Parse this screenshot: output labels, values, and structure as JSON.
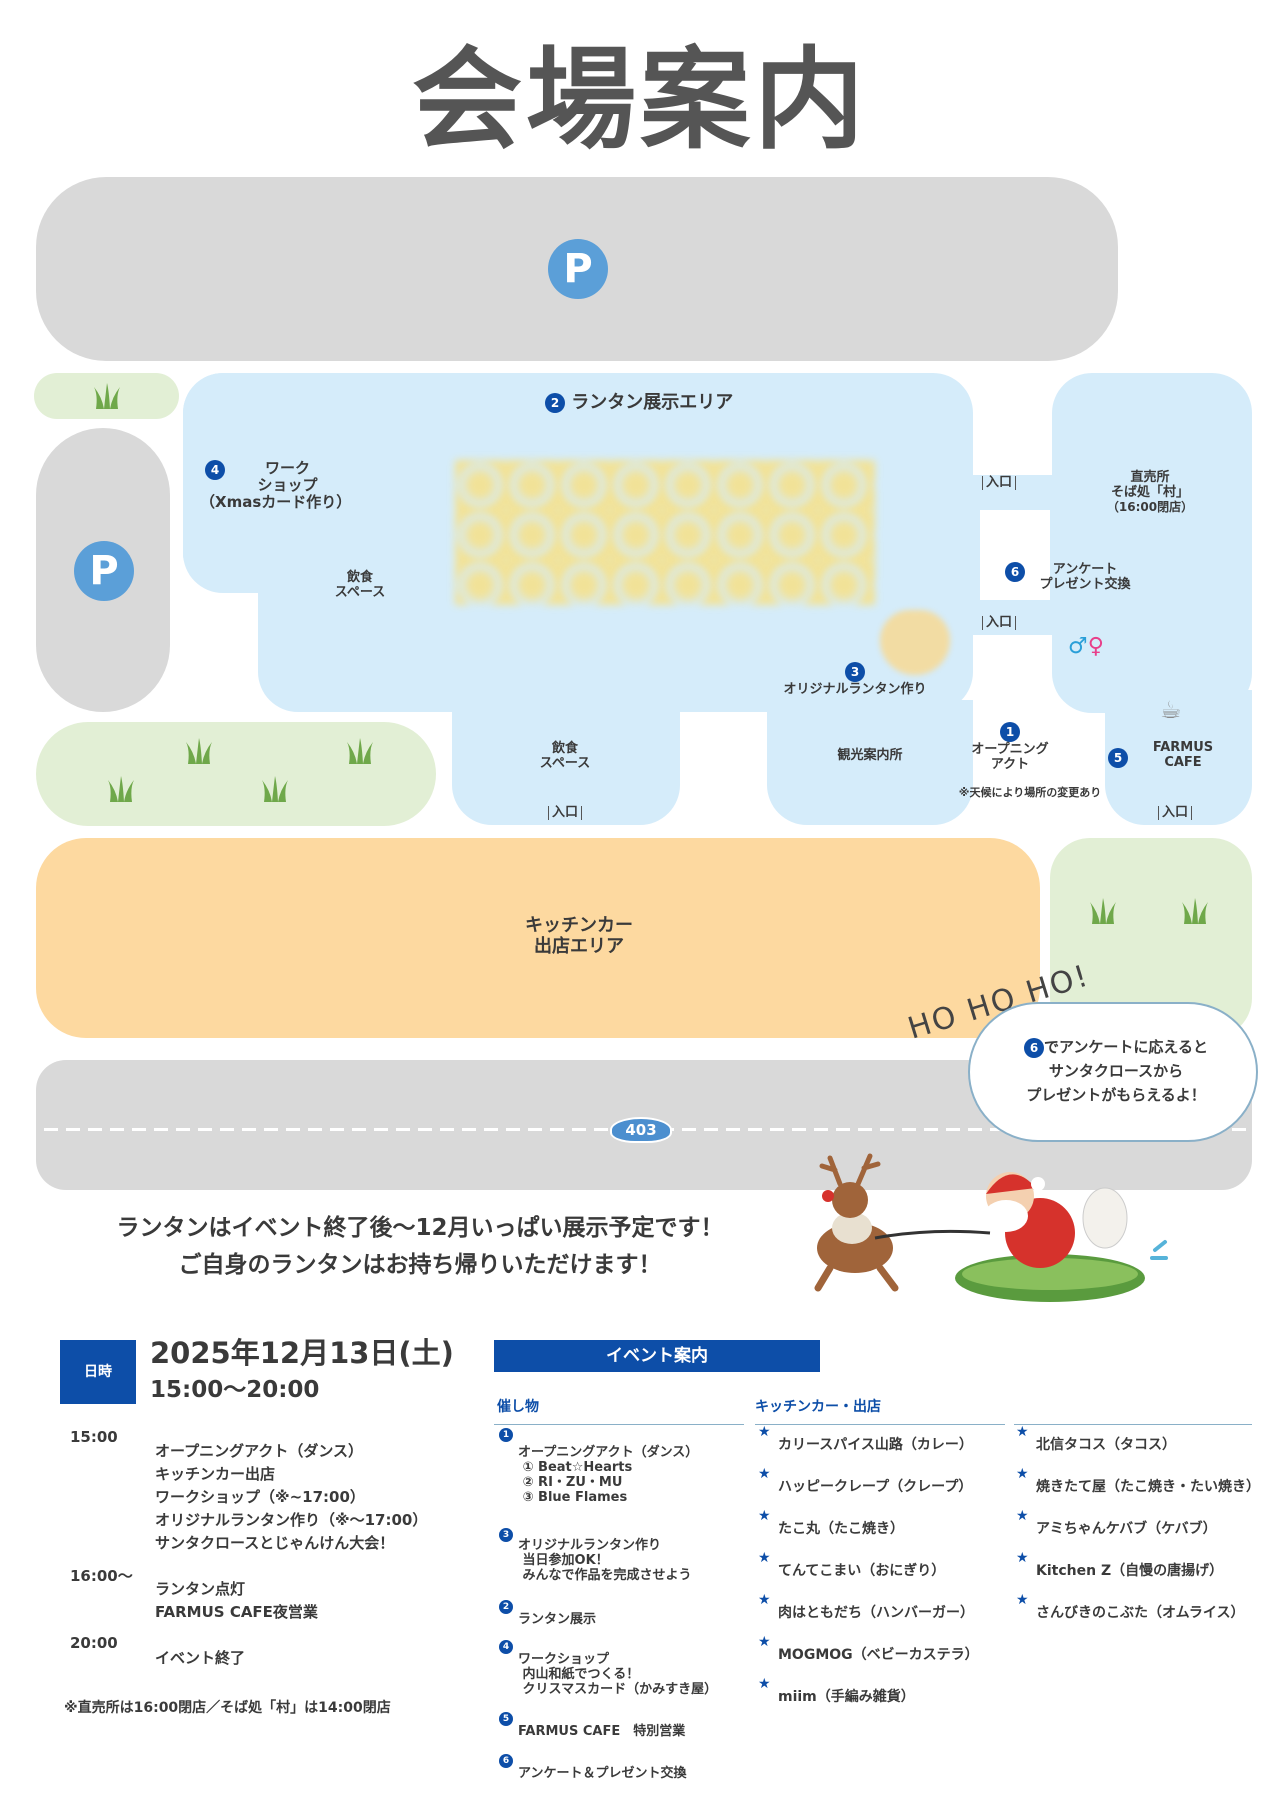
{
  "title": "会場案内",
  "map": {
    "parking_symbol": "P",
    "zones": {
      "lantern_exhibit": "ランタン展示エリア",
      "workshop": "ワーク\nショップ\n（Xmasカード作り）",
      "food_space_1": "飲食\nスペース",
      "food_space_2": "飲食\nスペース",
      "original_lantern": "オリジナルランタン作り",
      "tourist_info": "観光案内所",
      "opening_act": "オープニング\nアクト",
      "weather_note": "※天候により場所の変更あり",
      "direct_shop": "直売所\nそば処「村」",
      "direct_shop_note": "（16:00閉店）",
      "survey": "アンケート\nプレゼント交換",
      "farmus_cafe": "FARMUS\nCAFE",
      "kitchen_car": "キッチンカー\n出店エリア",
      "road_number": "403"
    },
    "numbers": {
      "opening": "1",
      "lantern": "2",
      "original": "3",
      "workshop": "4",
      "cafe": "5",
      "survey": "6"
    },
    "entrance_label": "入口",
    "hohoho": "HO HO HO!",
    "santa_bubble": {
      "num": "6",
      "text": "でアンケートに応えると\nサンタクロースから\nプレゼントがもらえるよ！"
    }
  },
  "message": {
    "line1": "ランタンはイベント終了後〜12月いっぱい展示予定です！",
    "line2": "ご自身のランタンはお持ち帰りいただけます！"
  },
  "schedule": {
    "badge": "日時",
    "date": "2025年12月13日(土)",
    "time": "15:00〜20:00",
    "blocks": [
      {
        "time": "15:00",
        "items": [
          "オープニングアクト（ダンス）",
          "キッチンカー出店",
          "ワークショップ（※~17:00）",
          "オリジナルランタン作り（※〜17:00）",
          "サンタクロースとじゃんけん大会！"
        ]
      },
      {
        "time": "16:00〜",
        "items": [
          "ランタン点灯",
          "FARMUS CAFE夜営業"
        ]
      },
      {
        "time": "20:00",
        "items": [
          "イベント終了"
        ]
      }
    ],
    "note": "※直売所は16:00閉店／そば処「村」は14:00閉店"
  },
  "event_guide": {
    "header": "イベント案内",
    "events_heading": "催し物",
    "kitchen_heading": "キッチンカー・出店",
    "events": [
      {
        "num": "1",
        "text": "オープニングアクト（ダンス）\n ① Beat☆Hearts\n ② RI・ZU・MU\n ③ Blue Flames"
      },
      {
        "num": "3",
        "text": "オリジナルランタン作り\n 当日参加OK！\n みんなで作品を完成させよう"
      },
      {
        "num": "2",
        "text": "ランタン展示"
      },
      {
        "num": "4",
        "text": "ワークショップ\n 内山和紙でつくる！\n クリスマスカード（かみすき屋）"
      },
      {
        "num": "5",
        "text": "FARMUS CAFE　特別営業"
      },
      {
        "num": "6",
        "text": "アンケート＆プレゼント交換"
      }
    ],
    "kitchen_col1": [
      "カリースパイス山路（カレー）",
      "ハッピークレープ（クレープ）",
      "たこ丸（たこ焼き）",
      "てんてこまい（おにぎり）",
      "肉はともだち（ハンバーガー）",
      "MOGMOG（ベビーカステラ）",
      "miim（手編み雑貨）"
    ],
    "kitchen_col2": [
      "北信タコス（タコス）",
      "焼きたて屋（たこ焼き・たい焼き）",
      "アミちゃんケバブ（ケバブ）",
      "Kitchen Z（自慢の唐揚げ）",
      "さんびきのこぶた（オムライス）"
    ]
  },
  "colors": {
    "blue_accent": "#0d4ea8",
    "map_blue": "#d5ecfa",
    "map_gray": "#d9d9d9",
    "map_green": "#e2efd5",
    "map_orange": "#fdd9a0"
  }
}
